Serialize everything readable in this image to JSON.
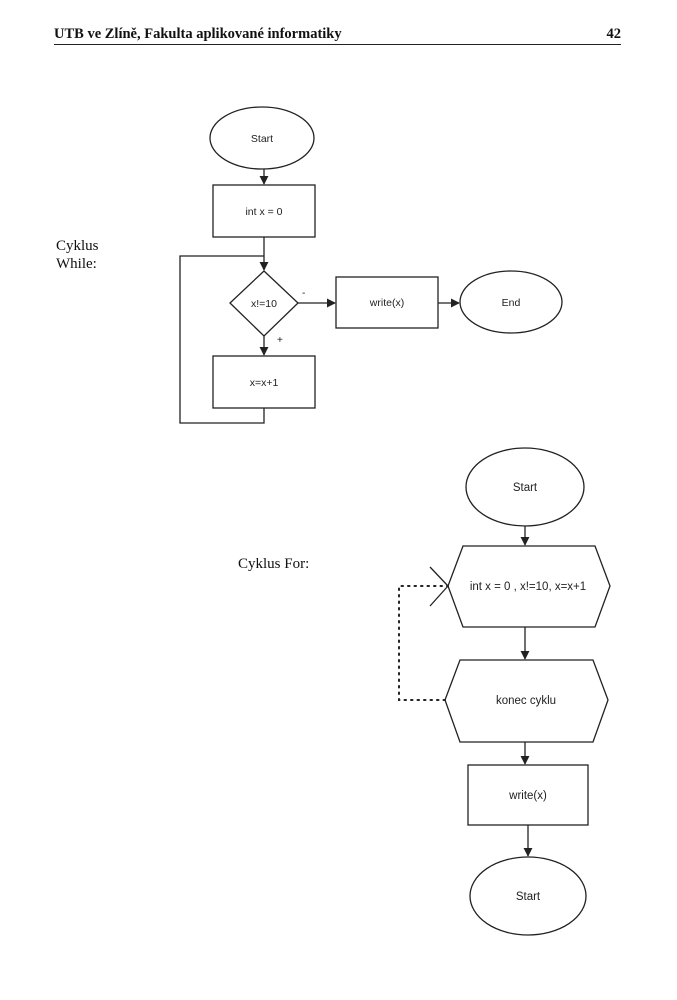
{
  "header": {
    "title": "UTB ve Zlíně, Fakulta aplikované informatiky",
    "page_number": "42"
  },
  "while_section": {
    "label_line1": "Cyklus",
    "label_line2": "While:",
    "start": "Start",
    "init": "int x = 0",
    "condition": "x!=10",
    "minus": "-",
    "plus": "+",
    "body": "x=x+1",
    "output": "write(x)",
    "end": "End"
  },
  "for_section": {
    "label": "Cyklus For:",
    "start": "Start",
    "loop_header": "int x = 0 , x!=10, x=x+1",
    "loop_end": "konec cyklu",
    "output": "write(x)",
    "final": "Start"
  }
}
